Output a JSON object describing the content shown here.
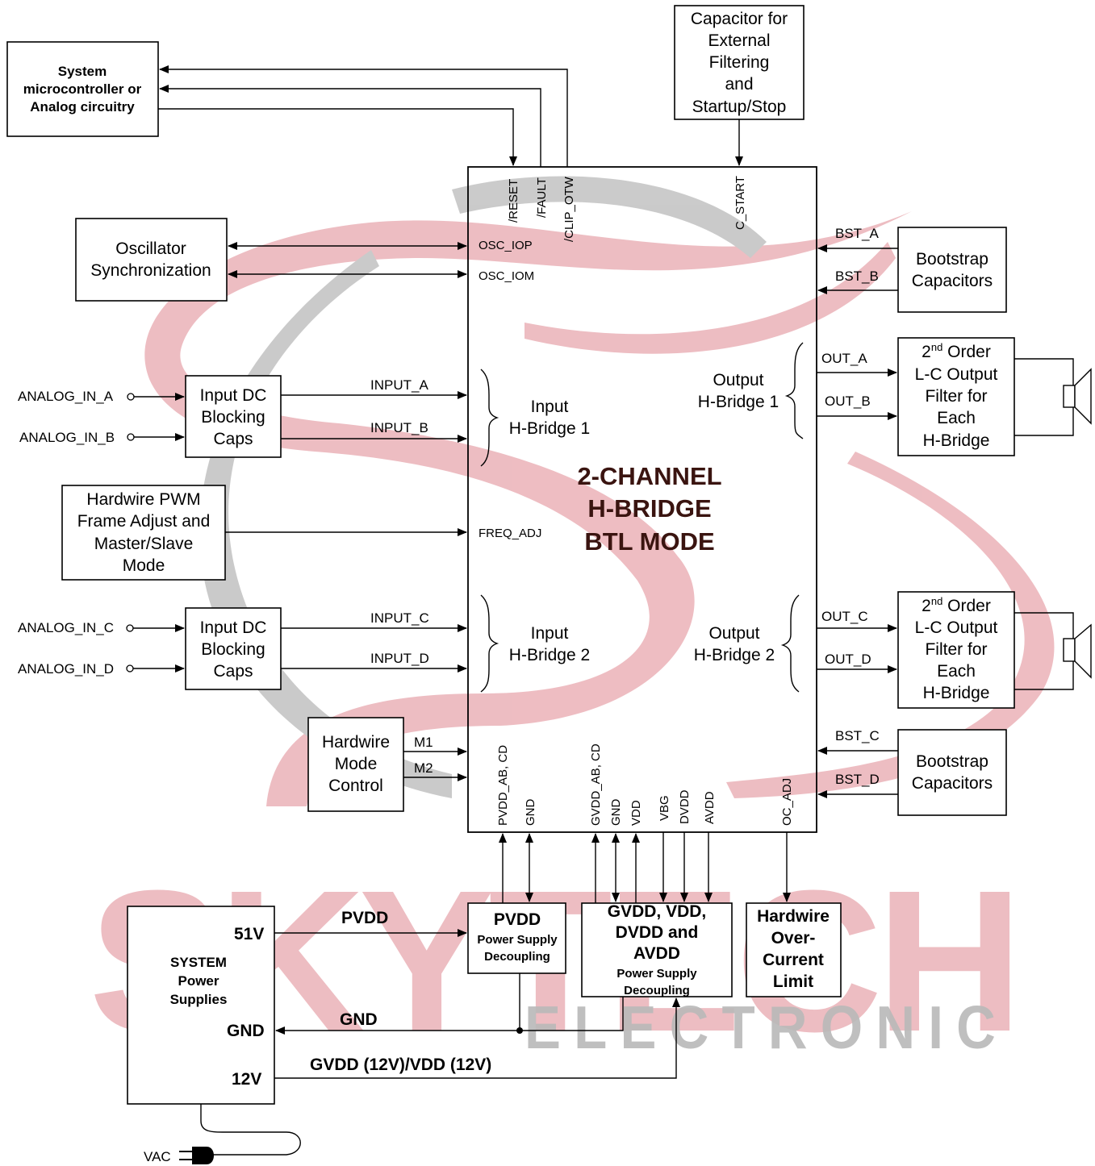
{
  "boxes": {
    "mcu": [
      "System",
      "microcontroller or",
      "Analog circuitry"
    ],
    "cap_filter": [
      "Capacitor for",
      "External",
      "Filtering",
      "and",
      "Startup/Stop"
    ],
    "osc": [
      "Oscillator",
      "Synchronization"
    ],
    "bst_top": [
      "Bootstrap",
      "Capacitors"
    ],
    "bst_bot": [
      "Bootstrap",
      "Capacitors"
    ],
    "input_dc_1": [
      "Input DC",
      "Blocking",
      "Caps"
    ],
    "input_dc_2": [
      "Input DC",
      "Blocking",
      "Caps"
    ],
    "pwm": [
      "Hardwire PWM",
      "Frame Adjust and",
      "Master/Slave",
      "Mode"
    ],
    "mode_ctrl": [
      "Hardwire",
      "Mode",
      "Control"
    ],
    "lc_filter_1": {
      "sup_base": "2",
      "sup": "nd",
      "sup_rest": " Order",
      "lines": [
        "L-C Output",
        "Filter for",
        "Each",
        "H-Bridge"
      ]
    },
    "lc_filter_2": {
      "sup_base": "2",
      "sup": "nd",
      "sup_rest": " Order",
      "lines": [
        "L-C Output",
        "Filter for",
        "Each",
        "H-Bridge"
      ]
    },
    "sys_ps": [
      "SYSTEM",
      "Power",
      "Supplies"
    ],
    "pvdd_dec": {
      "title": "PVDD",
      "sub": [
        "Power Supply",
        "Decoupling"
      ]
    },
    "gvdd_dec": {
      "title": [
        "GVDD, VDD,",
        "DVDD and",
        "AVDD"
      ],
      "sub": [
        "Power Supply",
        "Decoupling"
      ]
    },
    "oc_limit": [
      "Hardwire",
      "Over-",
      "Current",
      "Limit"
    ]
  },
  "chip": {
    "title": [
      "2-CHANNEL",
      "H-BRIDGE",
      "BTL MODE"
    ],
    "input_hb1": [
      "Input",
      "H-Bridge 1"
    ],
    "output_hb1": [
      "Output",
      "H-Bridge 1"
    ],
    "input_hb2": [
      "Input",
      "H-Bridge 2"
    ],
    "output_hb2": [
      "Output",
      "H-Bridge 2"
    ],
    "pins_top": [
      "/RESET",
      "/FAULT",
      "/CLIP_OTW",
      "C_START"
    ],
    "pins_left": [
      "OSC_IOP",
      "OSC_IOM",
      "FREQ_ADJ"
    ],
    "pins_bottom": [
      "PVDD_AB, CD",
      "GND",
      "GVDD_AB, CD",
      "GND",
      "VDD",
      "VBG",
      "DVDD",
      "AVDD",
      "OC_ADJ"
    ]
  },
  "signals": {
    "inputs": [
      "INPUT_A",
      "INPUT_B",
      "INPUT_C",
      "INPUT_D"
    ],
    "analog_in": [
      "ANALOG_IN_A",
      "ANALOG_IN_B",
      "ANALOG_IN_C",
      "ANALOG_IN_D"
    ],
    "mode": [
      "M1",
      "M2"
    ],
    "bst": [
      "BST_A",
      "BST_B",
      "BST_C",
      "BST_D"
    ],
    "out": [
      "OUT_A",
      "OUT_B",
      "OUT_C",
      "OUT_D"
    ]
  },
  "power": {
    "v51": "51V",
    "gnd": "GND",
    "v12": "12V",
    "pvdd_label": "PVDD",
    "gnd_label": "GND",
    "gvdd_label": "GVDD (12V)/VDD (12V)",
    "vac": "VAC"
  },
  "watermark": {
    "brand": "SKYTECH",
    "sub": "ELECTRONIC"
  },
  "colors": {
    "watermark_pink": "#e8a7ae",
    "watermark_gray": "#b9b9b9",
    "title_dark": "#3a1410"
  }
}
